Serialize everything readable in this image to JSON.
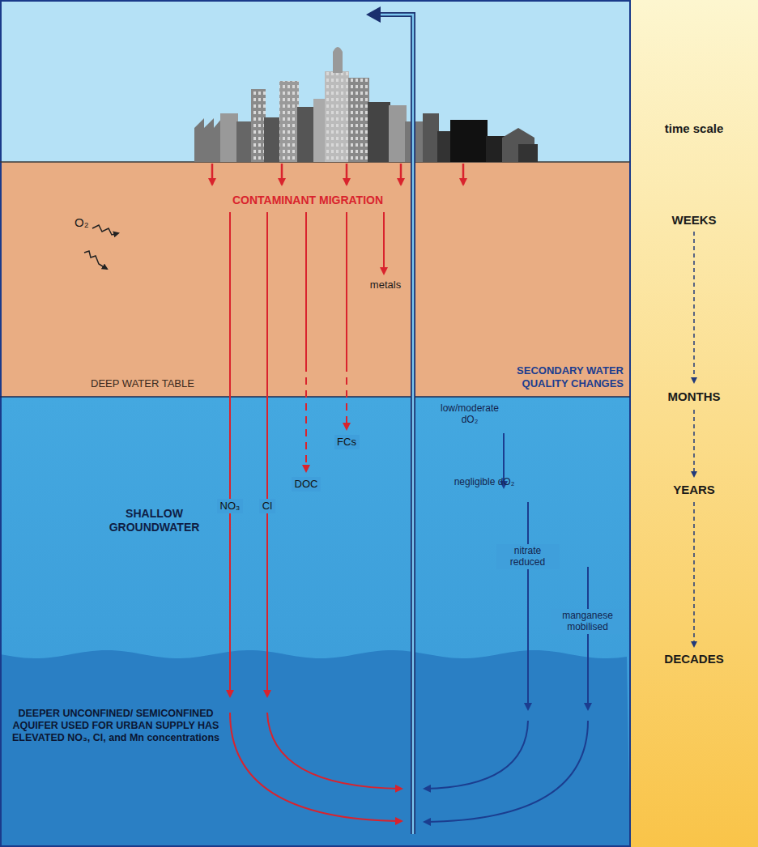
{
  "diagram": {
    "nodes": [
      {
        "text": [
          "SHALLOW GROUNDWATER"
        ]
      },
      {
        "text": [
          "DEEPER UNCONFINED/ SEMICONFINED AQUIFER USED FOR URBAN SUPPLY HAS ELEVATED NO₃, Cl, and Mn concentrations"
        ]
      },
      {
        "text": [
          "time scale"
        ]
      }
    ],
    "labels": [
      "CONTAMINANT MIGRATION",
      "O₂",
      "metals",
      "DEEP WATER TABLE",
      "SECONDARY WATER QUALITY CHANGES",
      "low/moderate dO₂",
      "negligible dO₂",
      "FCs",
      "DOC",
      "NO₃",
      "Cl",
      "nitrate reduced",
      "manganese mobilised",
      "WEEKS",
      "MONTHS",
      "YEARS",
      "DECADES"
    ]
  }
}
